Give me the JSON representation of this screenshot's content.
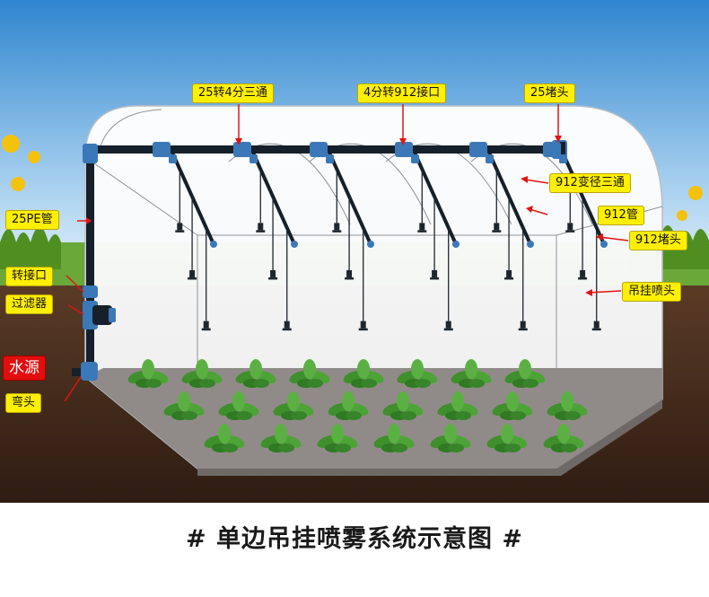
{
  "colors": {
    "sky_top": "#2f86cf",
    "sky_bottom": "#dbeefa",
    "grass": "#5ea32a",
    "soil": "#4a2f1f",
    "floor": "#8f8a87",
    "pipe": "#16202a",
    "fitting": "#3b78b8",
    "callout_bg": "#ffef00",
    "water_bg": "#e20d0d",
    "leader": "#e01515",
    "leaf": "#3f8f2c"
  },
  "labels": {
    "tee_25_to_4fen": "25转4分三通",
    "adapter_4fen_to_912": "4分转912接口",
    "plug_25": "25堵头",
    "pe_pipe_25": "25PE管",
    "tee_912_reducer": "912变径三通",
    "pipe_912": "912管",
    "plug_912": "912堵头",
    "hanging_nozzle": "吊挂喷头",
    "adapter": "转接口",
    "filter": "过滤器",
    "water_source": "水源",
    "elbow": "弯头"
  },
  "caption": "# 单边吊挂喷雾系统示意图 #"
}
